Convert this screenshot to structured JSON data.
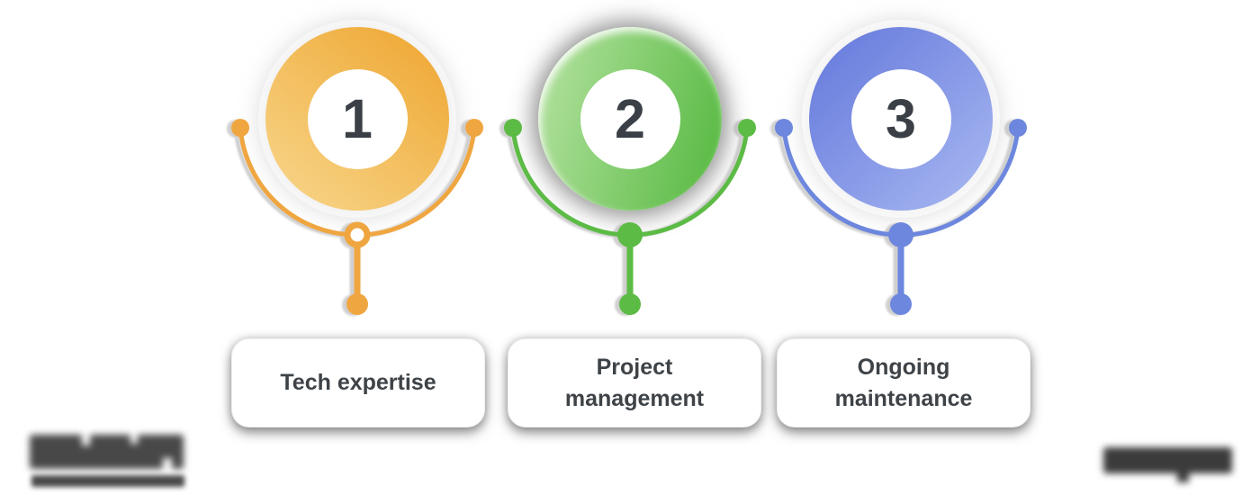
{
  "background_color": "#ffffff",
  "text_color": "#3E4348",
  "number_color": "#3A4046",
  "steps": [
    {
      "number": "1",
      "label": "Tech expertise",
      "color": "#F0A640",
      "gradient_angle": "40deg",
      "gradient_from": "#F8D78D",
      "gradient_to": "#EEA52F",
      "bottom_node": "hollow-ring"
    },
    {
      "number": "2",
      "label": "Project management",
      "color": "#5CBB45",
      "gradient_angle": "105deg",
      "gradient_from": "#B6E3A2",
      "gradient_to": "#54B83E",
      "bottom_node": "solid"
    },
    {
      "number": "3",
      "label": "Ongoing maintenance",
      "color": "#6D87DE",
      "gradient_angle": "135deg",
      "gradient_from": "#6377DB",
      "gradient_to": "#A9B9F2",
      "bottom_node": "solid"
    }
  ],
  "watermarks": {
    "bottom_left": "blurred-redacted-logo",
    "bottom_right": "blurred-redacted-text"
  }
}
